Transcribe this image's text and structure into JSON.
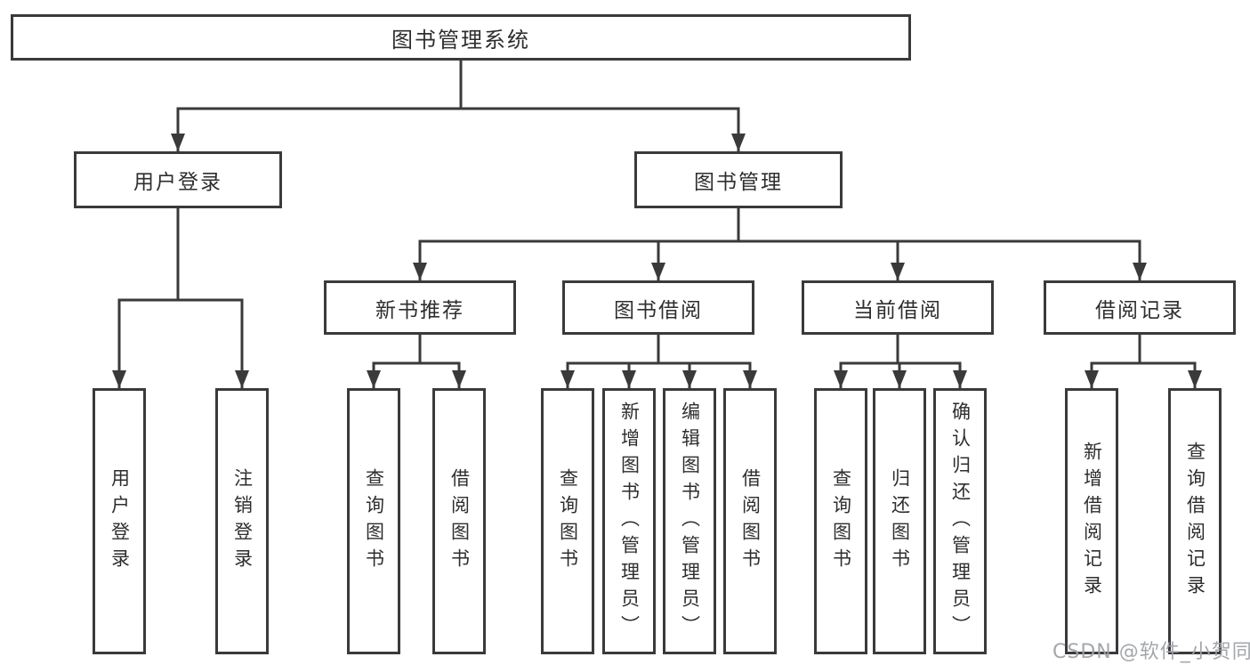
{
  "diagram": {
    "title": "图书管理系统",
    "root": "图书管理系统",
    "branches": {
      "user_login": "用户登录",
      "book_mgmt": "图书管理"
    },
    "level3": {
      "new_book": "新书推荐",
      "borrow": "图书借阅",
      "current": "当前借阅",
      "records": "借阅记录"
    },
    "leaves": {
      "user": [
        "用户登录",
        "注销登录"
      ],
      "new_book": [
        "查询图书",
        "借阅图书"
      ],
      "borrow": [
        "查询图书",
        "新增图书（管理员）",
        "编辑图书（管理员）",
        "借阅图书"
      ],
      "current": [
        "查询图书",
        "归还图书",
        "确认归还（管理员）"
      ],
      "records": [
        "新增借阅记录",
        "查询借阅记录"
      ]
    }
  },
  "watermark": "CSDN @软件_小贺同学",
  "colors": {
    "line": "#3a3a3a",
    "text": "#2e2e2e",
    "background": "#ffffff",
    "watermark": "#9ea2a8"
  }
}
